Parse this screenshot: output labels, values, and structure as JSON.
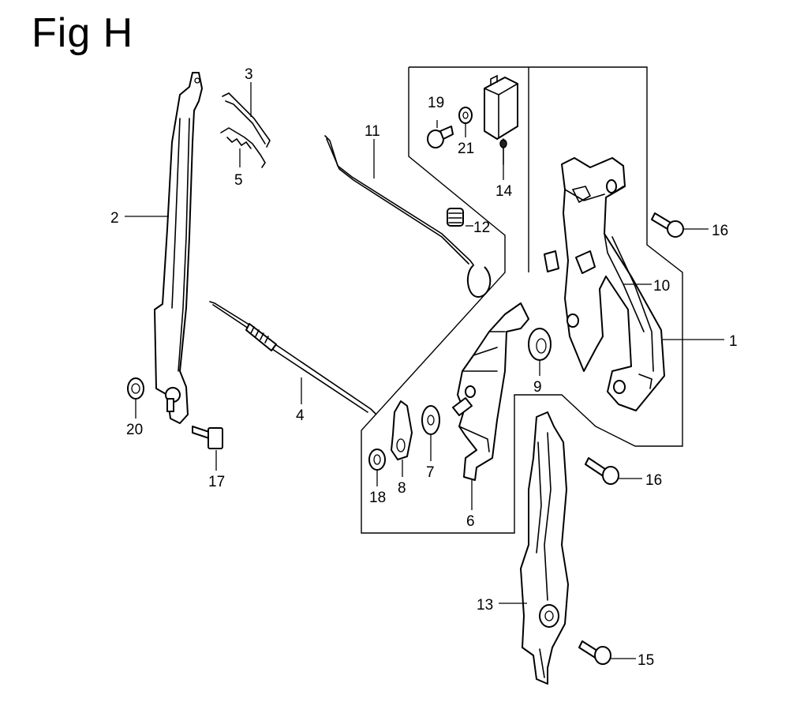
{
  "figure": {
    "title": "Fig H"
  },
  "callouts": [
    {
      "id": "c1",
      "label": "1"
    },
    {
      "id": "c2",
      "label": "2"
    },
    {
      "id": "c3",
      "label": "3"
    },
    {
      "id": "c4",
      "label": "4"
    },
    {
      "id": "c5",
      "label": "5"
    },
    {
      "id": "c6",
      "label": "6"
    },
    {
      "id": "c7",
      "label": "7"
    },
    {
      "id": "c8",
      "label": "8"
    },
    {
      "id": "c9",
      "label": "9"
    },
    {
      "id": "c10",
      "label": "10"
    },
    {
      "id": "c11",
      "label": "11"
    },
    {
      "id": "c12",
      "label": "12"
    },
    {
      "id": "c13",
      "label": "13"
    },
    {
      "id": "c14",
      "label": "14"
    },
    {
      "id": "c15",
      "label": "15"
    },
    {
      "id": "c16a",
      "label": "16"
    },
    {
      "id": "c16b",
      "label": "16"
    },
    {
      "id": "c17",
      "label": "17"
    },
    {
      "id": "c18",
      "label": "18"
    },
    {
      "id": "c19",
      "label": "19"
    },
    {
      "id": "c20",
      "label": "20"
    },
    {
      "id": "c21",
      "label": "21"
    }
  ]
}
